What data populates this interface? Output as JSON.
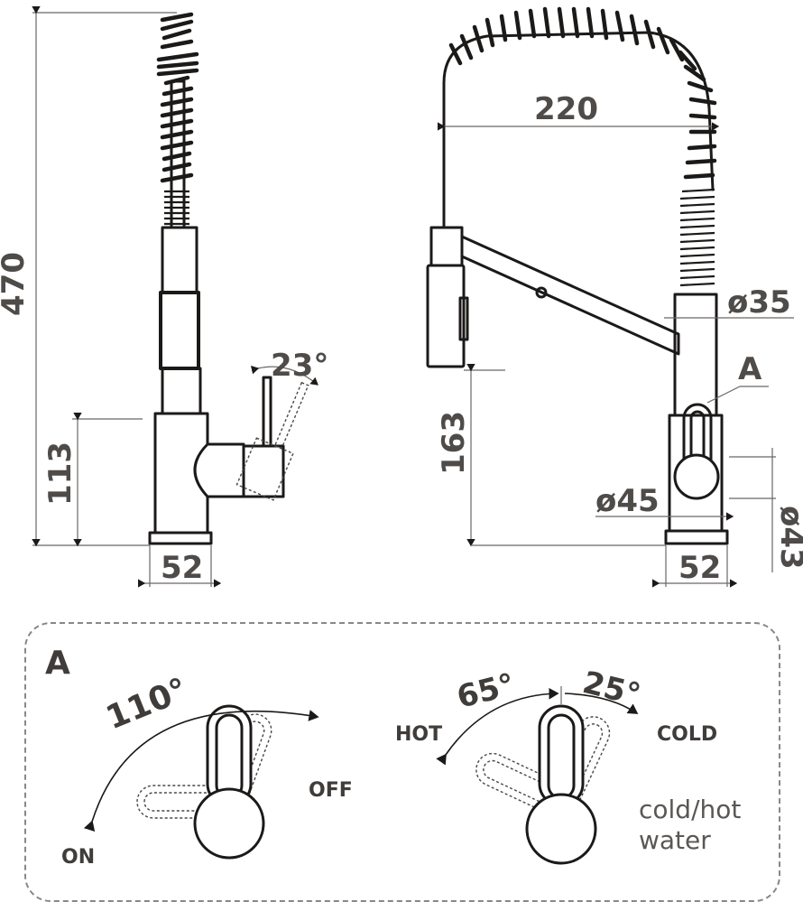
{
  "dimensions": {
    "height_total": "470",
    "body_height": "113",
    "base_side": "52",
    "reach": "220",
    "diameter_spring": "ø35",
    "view_marker": "A",
    "spout_height": "163",
    "diameter_body": "ø45",
    "base_front": "52",
    "diameter_base": "ø43",
    "side_handle_angle": "23°"
  },
  "detail": {
    "title": "A",
    "on_off_angle": "110°",
    "on_label": "ON",
    "off_label": "OFF",
    "hot_angle": "65°",
    "cold_angle": "25°",
    "hot_label": "HOT",
    "cold_label": "COLD",
    "note_line1": "cold/hot",
    "note_line2": "water"
  }
}
